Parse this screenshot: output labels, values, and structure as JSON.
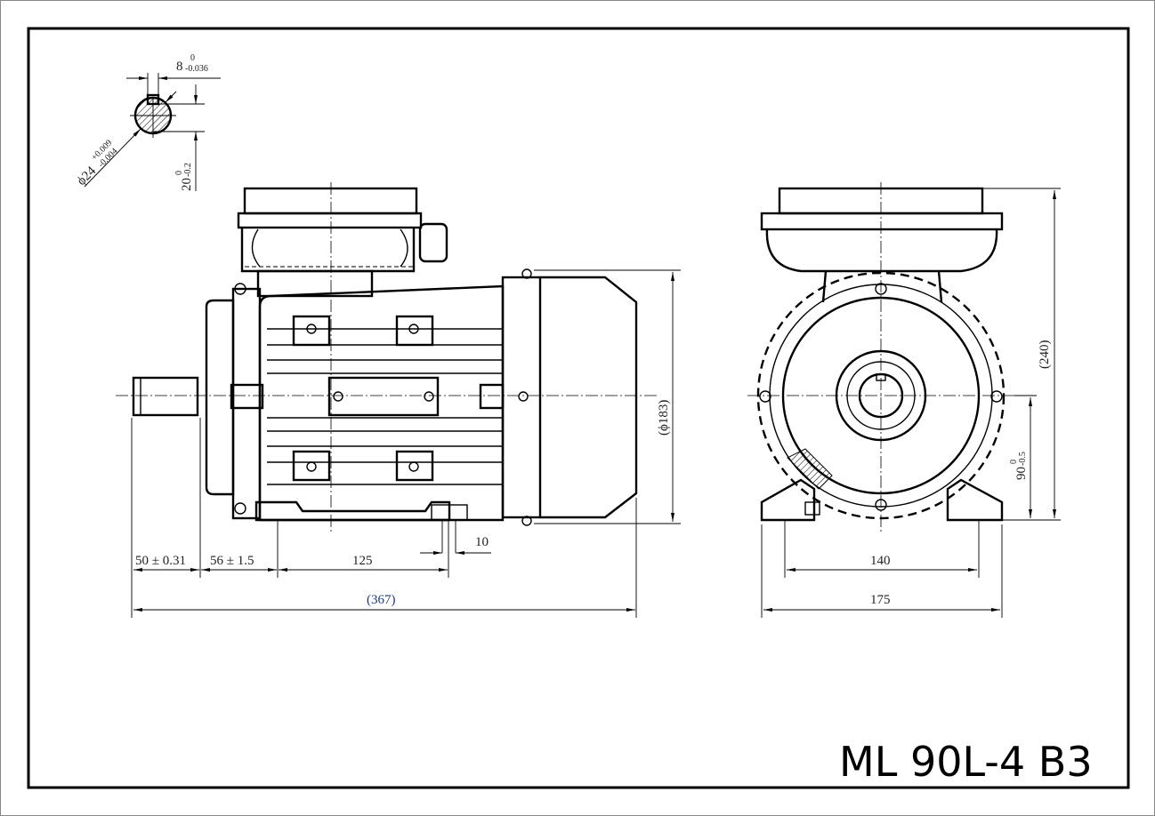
{
  "title": "ML 90L-4 B3",
  "key_detail": {
    "key_width": "8",
    "key_width_tol_upper": "0",
    "key_width_tol_lower": "-0.036",
    "shaft_diameter": "ϕ24",
    "shaft_diameter_tol_upper": "+0.009",
    "shaft_diameter_tol_lower": "-0.004",
    "key_depth": "20",
    "key_depth_tol_upper": "0",
    "key_depth_tol_lower": "-0.2"
  },
  "side_view": {
    "shaft_length": "50 ± 0.31",
    "shaft_to_foot": "56 ± 1.5",
    "foot_spacing": "125",
    "foot_width": "10",
    "overall_length": "(367)",
    "diameter": "(ϕ183)"
  },
  "end_view": {
    "overall_height": "(240)",
    "shaft_height": "90",
    "shaft_height_tol_upper": "0",
    "shaft_height_tol_lower": "-0.5",
    "foot_hole_spacing": "140",
    "foot_width": "175"
  }
}
